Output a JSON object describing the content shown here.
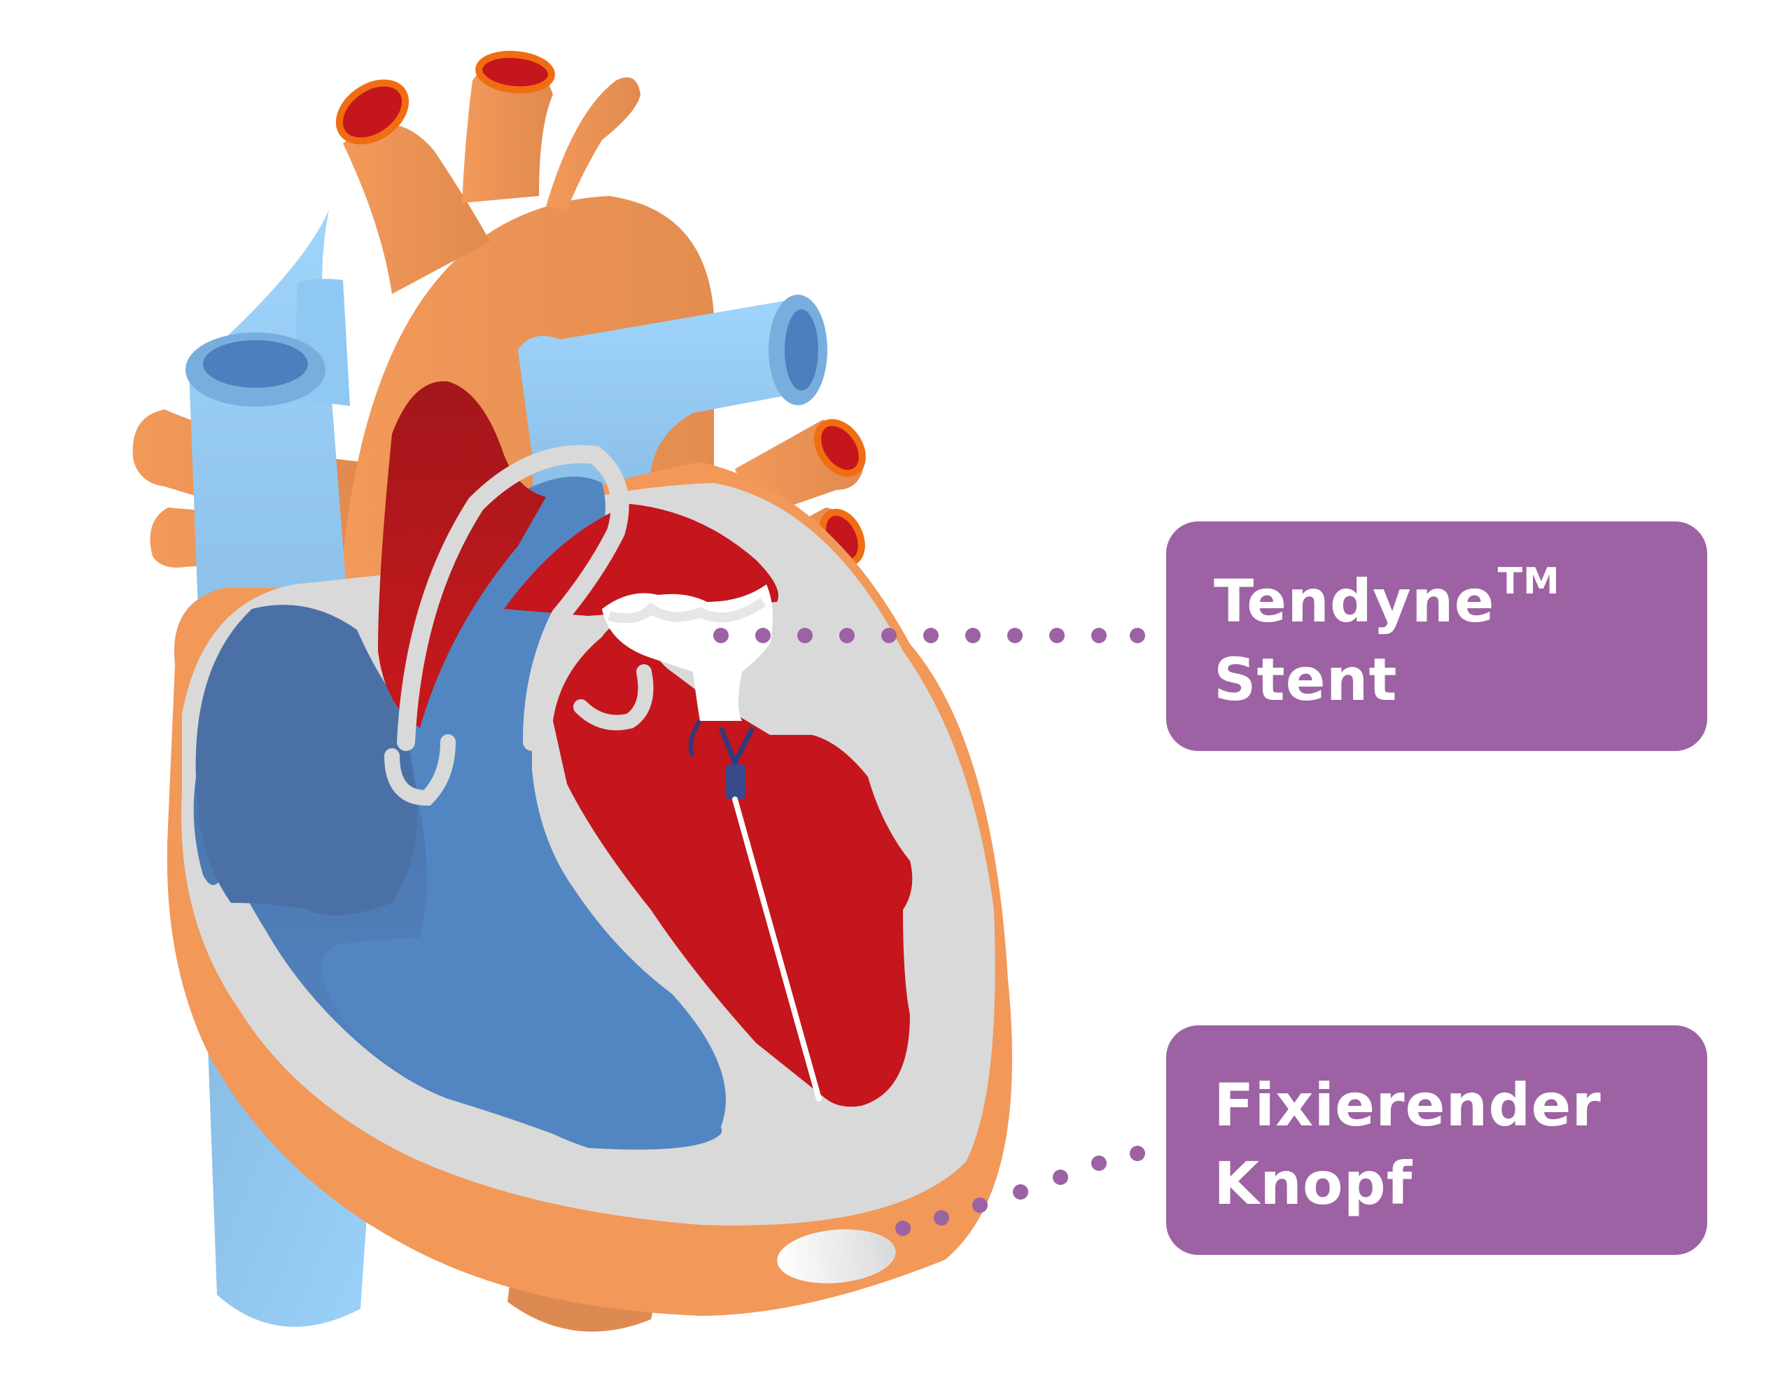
{
  "labels": {
    "stent": {
      "line1": "Tendyne",
      "trademark": "TM",
      "line2": "Stent"
    },
    "knopf": {
      "line1": "Fixierender",
      "line2": "Knopf"
    }
  },
  "colors": {
    "label_purple": "#9d62a3",
    "aorta_orange": "#f29858",
    "vein_blue_light": "#96cff9",
    "chamber_blue": "#5286c2",
    "chamber_red": "#c4161c",
    "wall_gray": "#d9d9d9",
    "vessel_rim": "#f06d11"
  },
  "icons": {
    "heart": "heart-cross-section-illustration",
    "stent": "valve-stent-icon",
    "pad": "anchor-pad-icon"
  }
}
